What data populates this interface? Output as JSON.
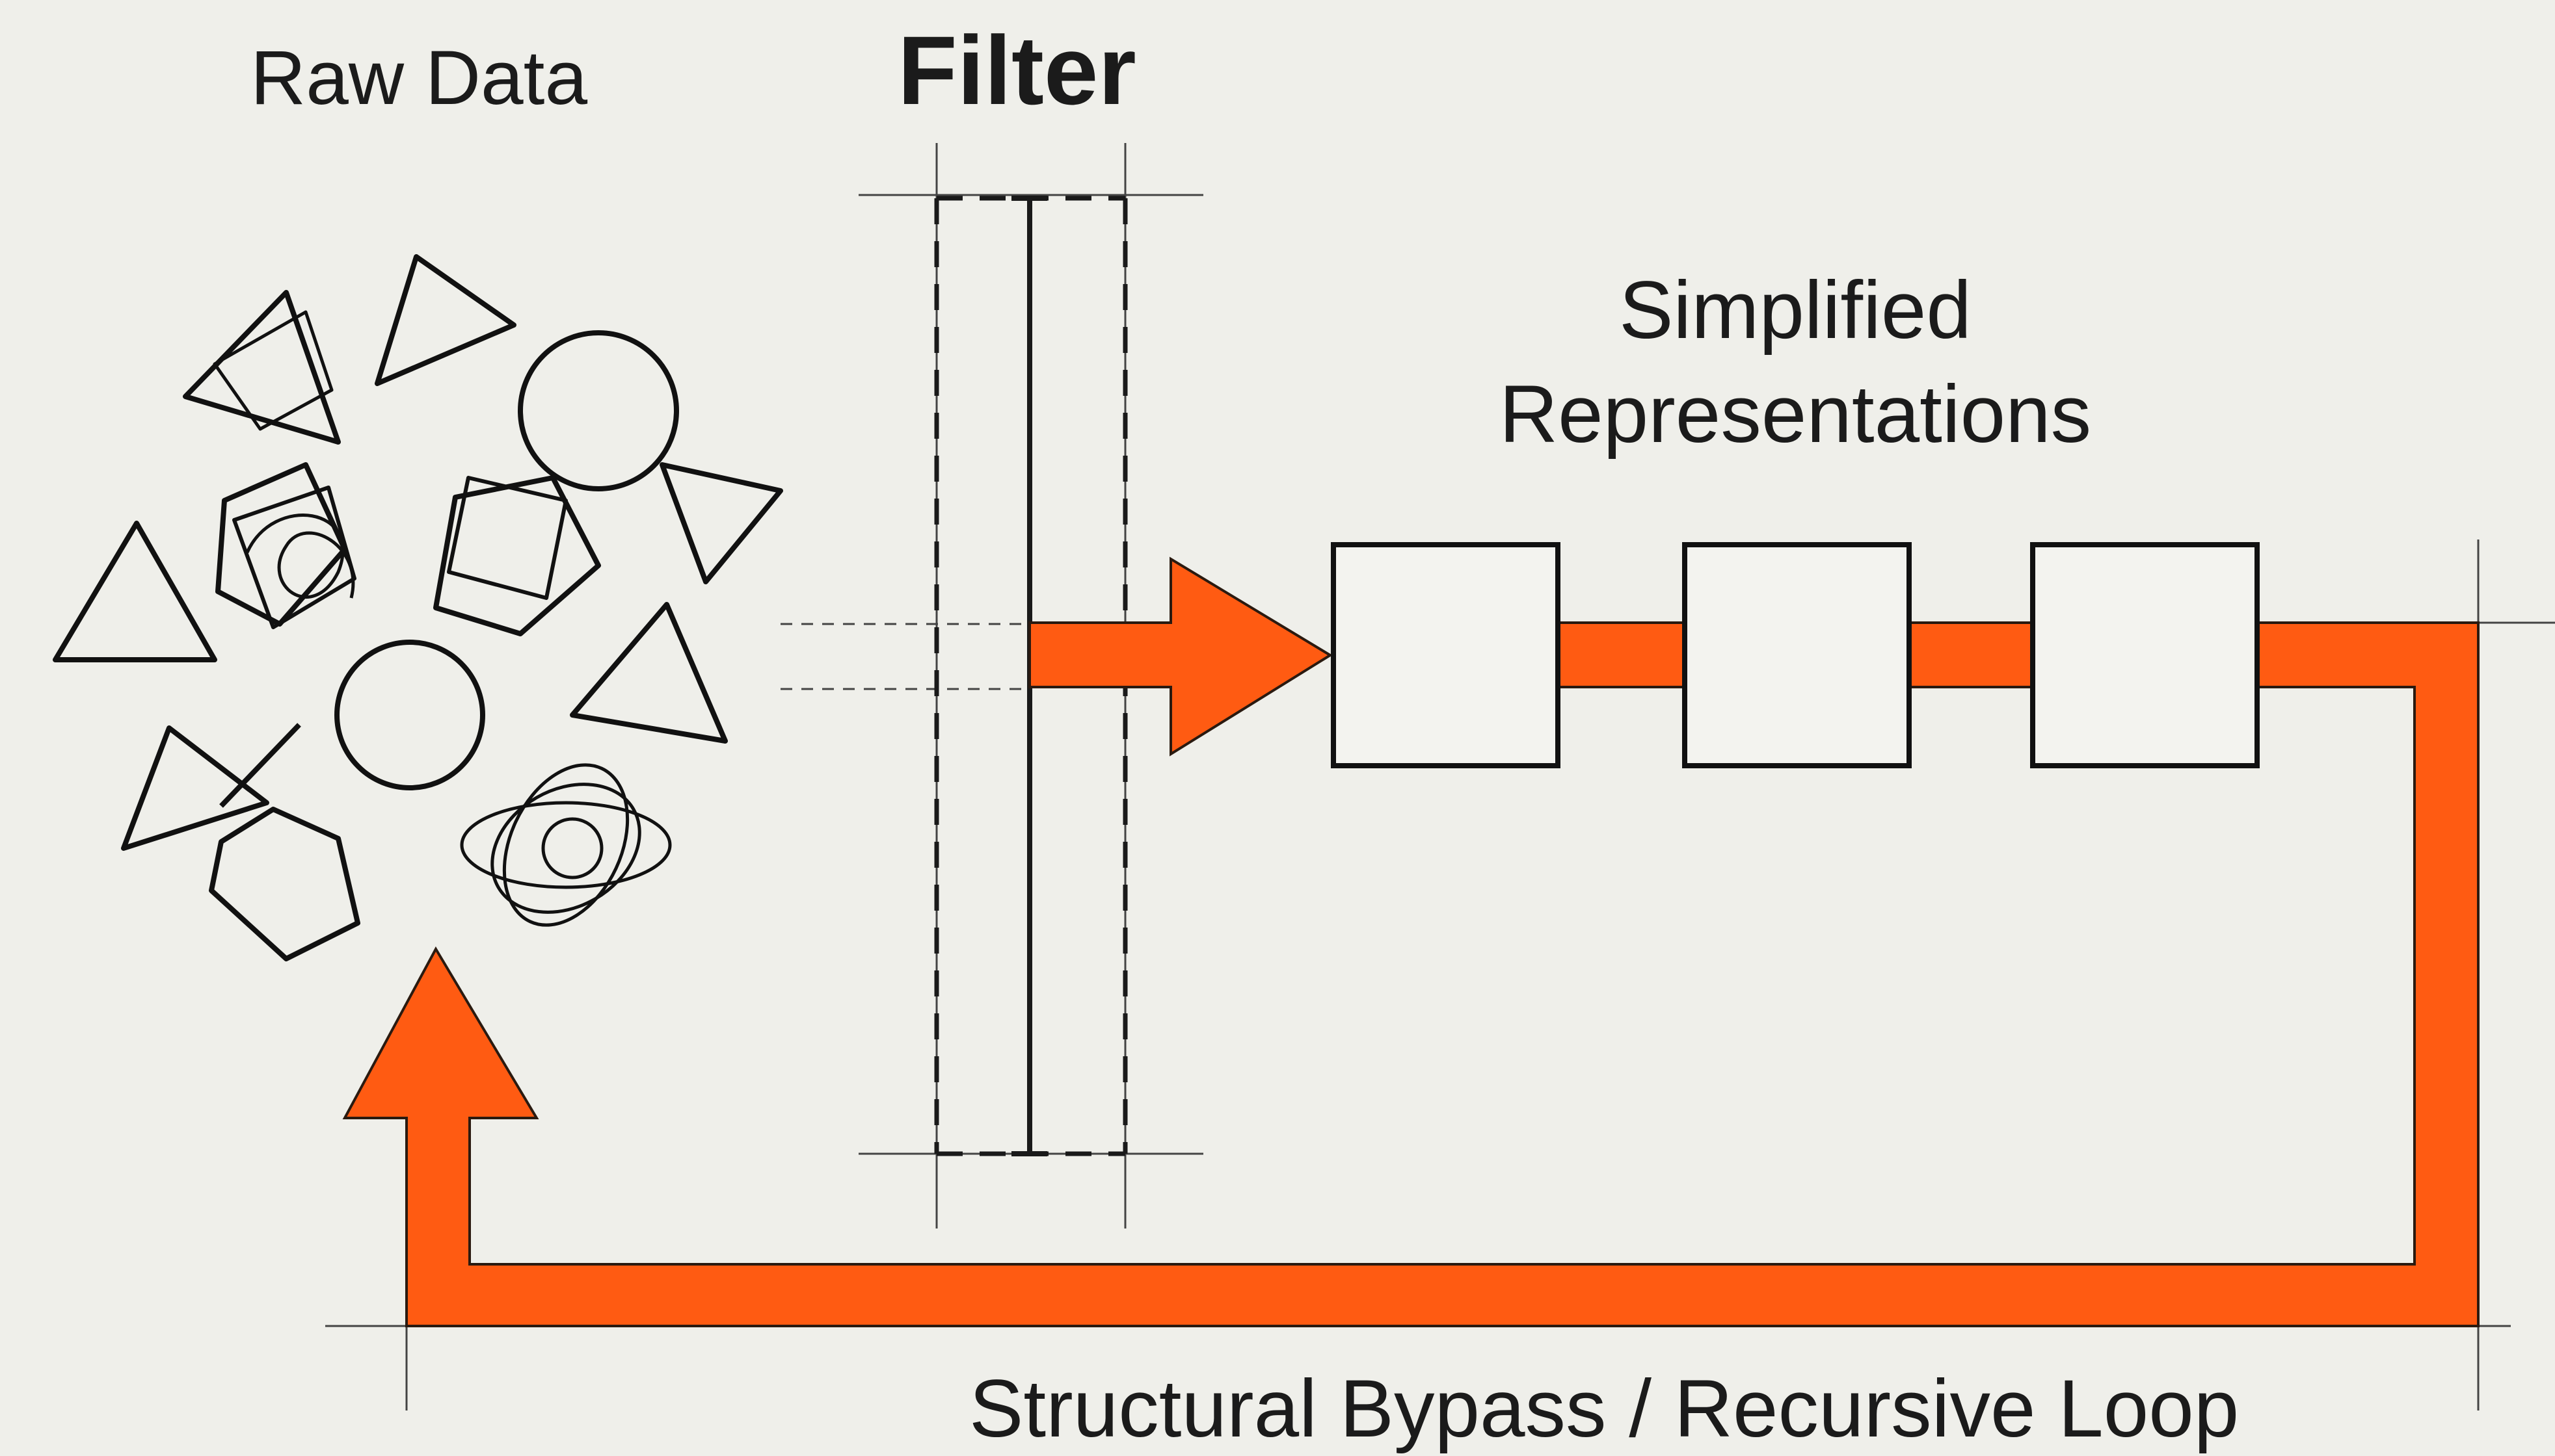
{
  "labels": {
    "raw_data": "Raw Data",
    "filter": "Filter",
    "simplified_line1": "Simplified",
    "simplified_line2": "Representations",
    "loop": "Structural Bypass / Recursive Loop"
  },
  "representation_boxes": [
    "",
    "",
    ""
  ],
  "colors": {
    "background": "#efefea",
    "accent": "#ff5b12",
    "ink": "#111111"
  },
  "icons": [
    "triangle-shape",
    "circle-shape",
    "pentagon-shape",
    "scribble-shape"
  ]
}
